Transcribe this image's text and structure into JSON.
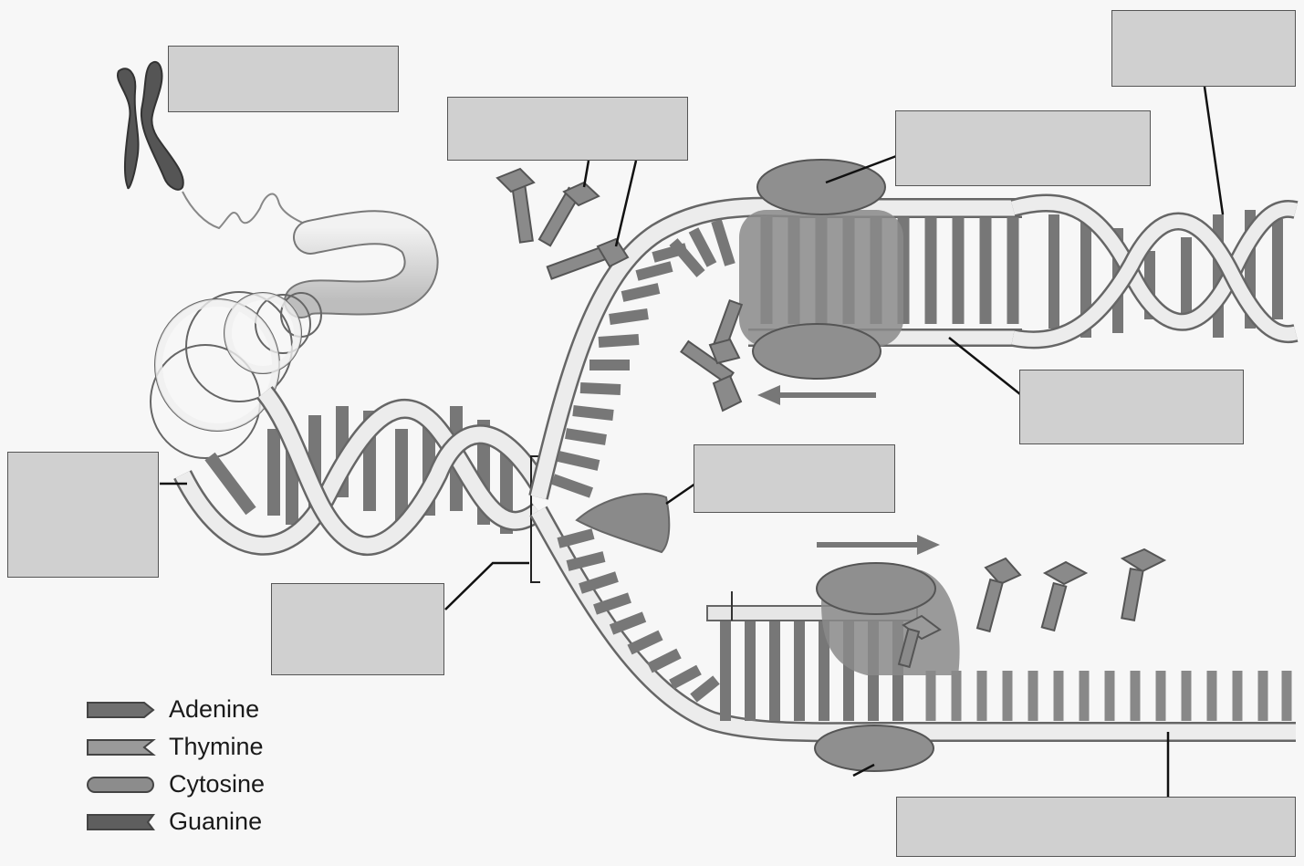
{
  "diagram": {
    "label_boxes": [
      {
        "id": "chromosome",
        "text": ""
      },
      {
        "id": "nucleotides",
        "text": ""
      },
      {
        "id": "helicase-top",
        "text": ""
      },
      {
        "id": "parental-helix",
        "text": ""
      },
      {
        "id": "leading-strand",
        "text": ""
      },
      {
        "id": "primer-region",
        "text": ""
      },
      {
        "id": "helix-left",
        "text": ""
      },
      {
        "id": "replication-fork",
        "text": ""
      },
      {
        "id": "lagging-strand",
        "text": ""
      }
    ],
    "legend": {
      "items": [
        {
          "label": "Adenine",
          "color": "#6f6f6f",
          "shape": "arrow"
        },
        {
          "label": "Thymine",
          "color": "#9a9a9a",
          "shape": "notch"
        },
        {
          "label": "Cytosine",
          "color": "#8c8c8c",
          "shape": "round"
        },
        {
          "label": "Guanine",
          "color": "#5e5e5e",
          "shape": "notch-deep"
        }
      ]
    },
    "colors": {
      "backbone": "#e9e9e9",
      "backbone_edge": "#777777",
      "rung": "#8a8a8a",
      "enzyme": "#8f8f8f",
      "box": "#d0d0d0"
    }
  }
}
